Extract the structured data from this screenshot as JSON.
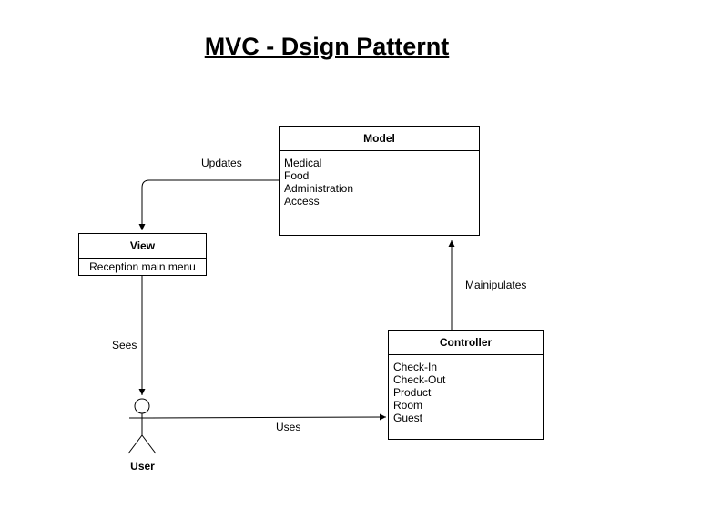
{
  "title": "MVC - Dsign Patternt",
  "model": {
    "header": "Model",
    "items": [
      "Medical",
      "Food",
      "Administration",
      "Access"
    ]
  },
  "view": {
    "header": "View",
    "items": [
      "Reception main menu"
    ]
  },
  "controller": {
    "header": "Controller",
    "items": [
      "Check-In",
      "Check-Out",
      "Product",
      "Room",
      "Guest"
    ]
  },
  "actor": {
    "label": "User"
  },
  "edges": {
    "updates": "Updates",
    "manipulates": "Mainipulates",
    "sees": "Sees",
    "uses": "Uses"
  }
}
